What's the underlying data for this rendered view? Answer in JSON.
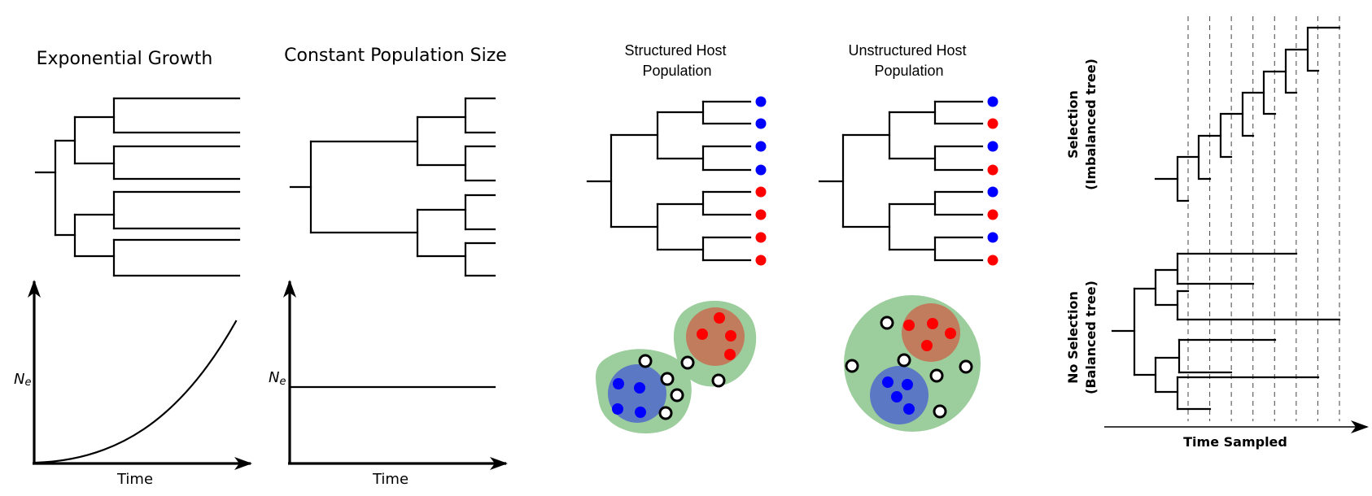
{
  "panels": {
    "exponential": {
      "title": "Exponential Growth",
      "y_label": "N",
      "y_label_sub": "e",
      "x_label": "Time",
      "curve": "exponential increase"
    },
    "constant": {
      "title": "Constant Population Size",
      "y_label": "N",
      "y_label_sub": "e",
      "x_label": "Time",
      "curve": "constant"
    },
    "structured": {
      "title_line1": "Structured Host",
      "title_line2": "Population",
      "tip_colors": [
        "blue",
        "blue",
        "blue",
        "blue",
        "red",
        "red",
        "red",
        "red"
      ]
    },
    "unstructured": {
      "title_line1": "Unstructured Host",
      "title_line2": "Population",
      "tip_colors": [
        "blue",
        "red",
        "blue",
        "red",
        "blue",
        "red",
        "blue",
        "red"
      ]
    },
    "selection": {
      "label_line1": "Selection",
      "label_line2": "(Imbalanced tree)"
    },
    "no_selection": {
      "label_line1": "No Selection",
      "label_line2": "(Balanced tree)"
    },
    "time_axis_label": "Time Sampled",
    "sampling_times_count": 8
  },
  "colors": {
    "blue": "#0000ff",
    "red": "#ff0000",
    "host_green": "#9ccd9c",
    "host_blue": "#5b78c4",
    "host_brown": "#c07c5c",
    "line": "#000000",
    "dashed": "#555555"
  }
}
